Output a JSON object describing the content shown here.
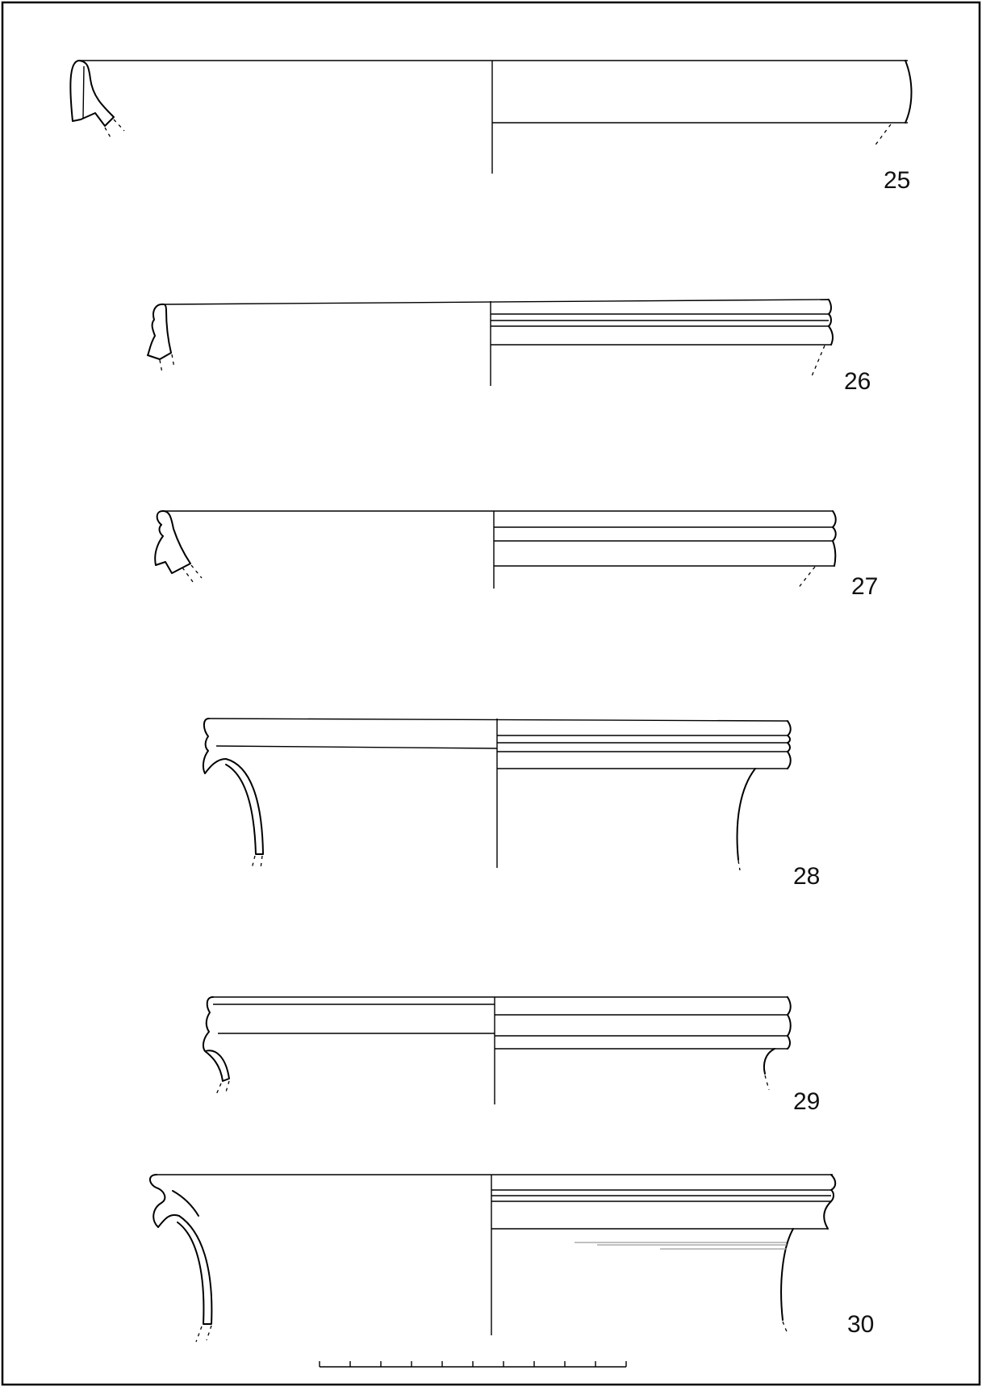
{
  "plate": {
    "frame_color": "#000000",
    "background": "#ffffff",
    "line_color": "#000000"
  },
  "figures": [
    {
      "id": "25",
      "label": "25"
    },
    {
      "id": "26",
      "label": "26"
    },
    {
      "id": "27",
      "label": "27"
    },
    {
      "id": "28",
      "label": "28"
    },
    {
      "id": "29",
      "label": "29"
    },
    {
      "id": "30",
      "label": "30"
    }
  ],
  "scale_bar": {
    "divisions": 10,
    "labels": []
  }
}
